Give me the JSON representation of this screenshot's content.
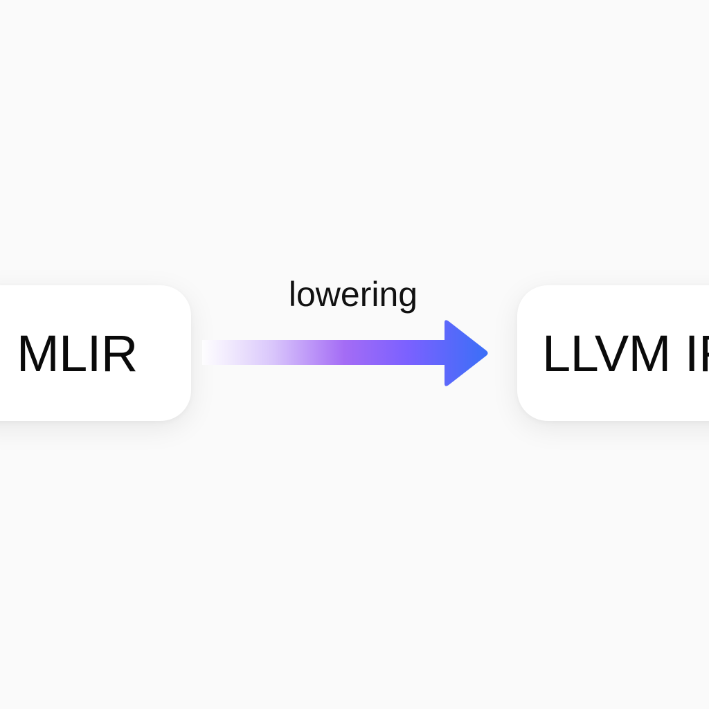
{
  "diagram": {
    "source_node": {
      "label": "MLIR"
    },
    "target_node": {
      "label": "LLVM IR"
    },
    "edge": {
      "label": "lowering"
    },
    "colors": {
      "background": "#fafafa",
      "node_fill": "#ffffff",
      "arrow_gradient": [
        "#ffffff",
        "#a46cf5",
        "#7b61ff",
        "#3a6ff7"
      ],
      "text": "#0a0a0a"
    }
  }
}
